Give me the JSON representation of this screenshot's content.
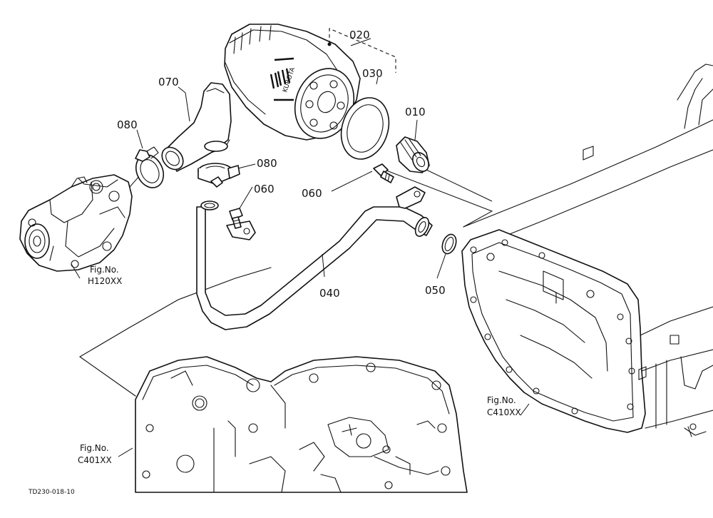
{
  "parts": [
    {
      "id": "p010",
      "number": "010",
      "name": "filter-adapter"
    },
    {
      "id": "p020",
      "number": "020",
      "name": "oil-filter"
    },
    {
      "id": "p030",
      "number": "030",
      "name": "filter-gasket"
    },
    {
      "id": "p040",
      "number": "040",
      "name": "oil-pipe"
    },
    {
      "id": "p050",
      "number": "050",
      "name": "o-ring"
    },
    {
      "id": "p060a",
      "number": "060",
      "name": "bolt"
    },
    {
      "id": "p060b",
      "number": "060",
      "name": "bolt"
    },
    {
      "id": "p070",
      "number": "070",
      "name": "hose"
    },
    {
      "id": "p080a",
      "number": "080",
      "name": "hose-clamp"
    },
    {
      "id": "p080b",
      "number": "080",
      "name": "hose-clamp"
    }
  ],
  "refs": [
    {
      "fig": "Fig.No.",
      "code": "H120XX"
    },
    {
      "fig": "Fig.No.",
      "code": "C410XX"
    },
    {
      "fig": "Fig.No.",
      "code": "C401XX"
    }
  ],
  "filter_marking": "KUBOTA",
  "drawing_code": "TD230-018-10"
}
